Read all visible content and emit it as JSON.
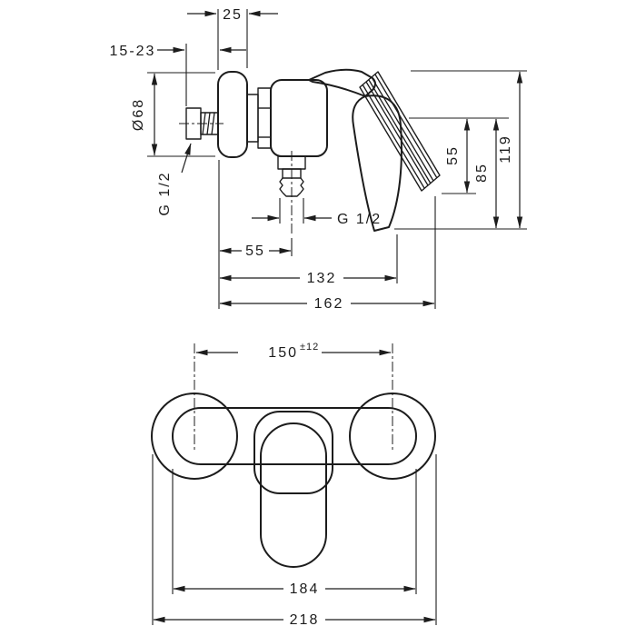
{
  "drawing": {
    "kind": "technical dimension drawing",
    "subject": "single-lever shower mixer, side view and front view",
    "line_color": "#1c1c1c",
    "background_color": "#ffffff"
  },
  "side_view": {
    "dim_depth": "25",
    "dim_wall_distance": "15-23",
    "dim_plate_diameter": "Ø68",
    "dim_inlet_thread": "G 1/2",
    "dim_outlet_thread": "G 1/2",
    "dim_handle_span": "55",
    "dim_body_height": "85",
    "dim_total_height": "119",
    "dim_wall_to_outlet": "55",
    "dim_wall_to_handle": "132",
    "dim_total_projection": "162"
  },
  "front_view": {
    "dim_connection_spacing": "150",
    "dim_connection_tolerance": "±12",
    "dim_body_width": "184",
    "dim_overall_width": "218"
  }
}
